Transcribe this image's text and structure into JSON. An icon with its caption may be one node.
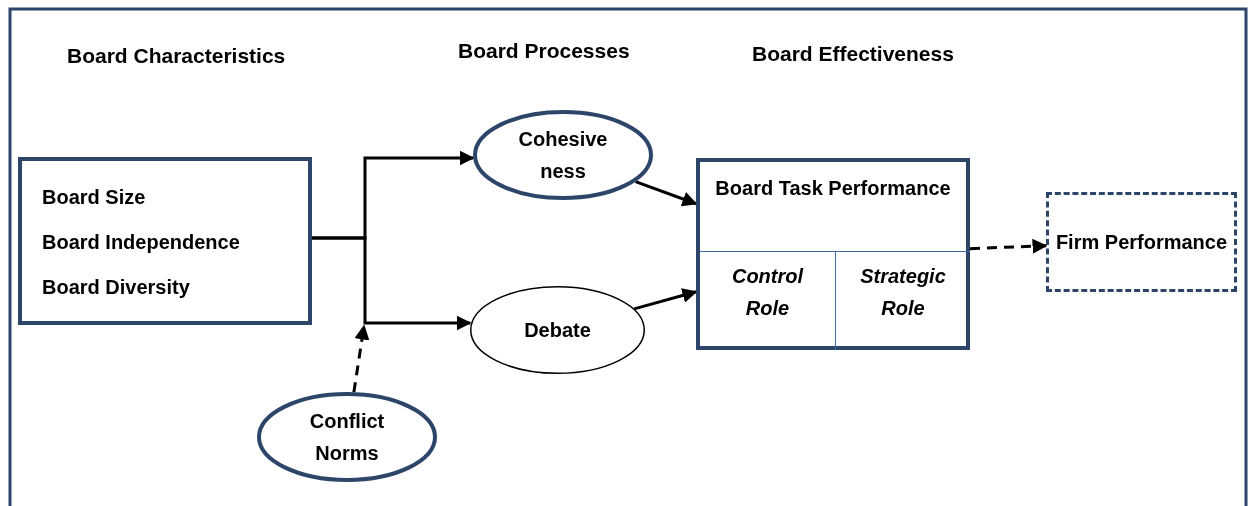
{
  "diagram": {
    "nodes": [
      {
        "text": [
          "Board Size",
          "Board Independence",
          "Board Diversity"
        ]
      },
      {
        "text": [
          "Cohesive ness"
        ]
      },
      {
        "text": [
          "Debate"
        ]
      },
      {
        "text": [
          "Conflict Norms"
        ]
      },
      {
        "text": [
          "Board Task Performance"
        ]
      },
      {
        "text": [
          "Control Role"
        ],
        "in": 4
      },
      {
        "text": [
          "Strategic Role"
        ],
        "in": 4
      },
      {
        "text": [
          "Firm Performance"
        ]
      }
    ],
    "edges": [
      {
        "from": 0,
        "to": 1,
        "arrow": "to"
      },
      {
        "from": 0,
        "to": 2,
        "arrow": "to"
      },
      {
        "from": 3,
        "to": null,
        "arrow": "to",
        "style": "dashed"
      },
      {
        "from": 1,
        "to": 4,
        "arrow": "to"
      },
      {
        "from": 2,
        "to": 4,
        "arrow": "to"
      },
      {
        "from": 4,
        "to": 7,
        "arrow": "to",
        "style": "dashed"
      }
    ],
    "labels": [
      "Board Characteristics",
      "Board Processes",
      "Board Effectiveness"
    ]
  }
}
